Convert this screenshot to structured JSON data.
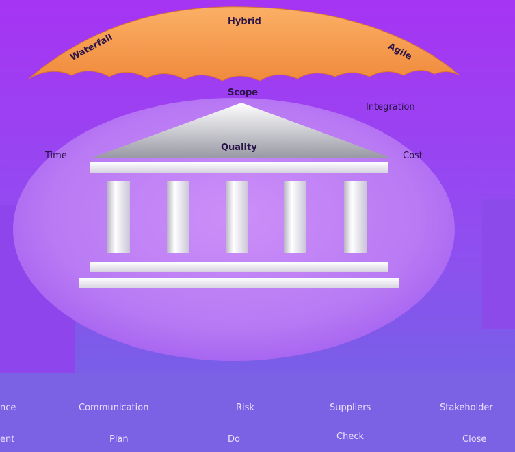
{
  "umbrella": {
    "left": "Waterfall",
    "center": "Hybrid",
    "right": "Agile",
    "color": "#f59a49"
  },
  "pediment": {
    "top": "Scope",
    "center": "Quality"
  },
  "side_labels": {
    "left": "Time",
    "right": "Cost",
    "upper_right": "Integration"
  },
  "bottom_row1": [
    "nce",
    "Communication",
    "Risk",
    "Suppliers",
    "Stakeholder"
  ],
  "bottom_row2": [
    "ent",
    "Plan",
    "Do",
    "Check",
    "Close"
  ],
  "colors": {
    "background": "#9b3df2",
    "circle": "#c88cf5",
    "columns": "#f2eef8"
  }
}
